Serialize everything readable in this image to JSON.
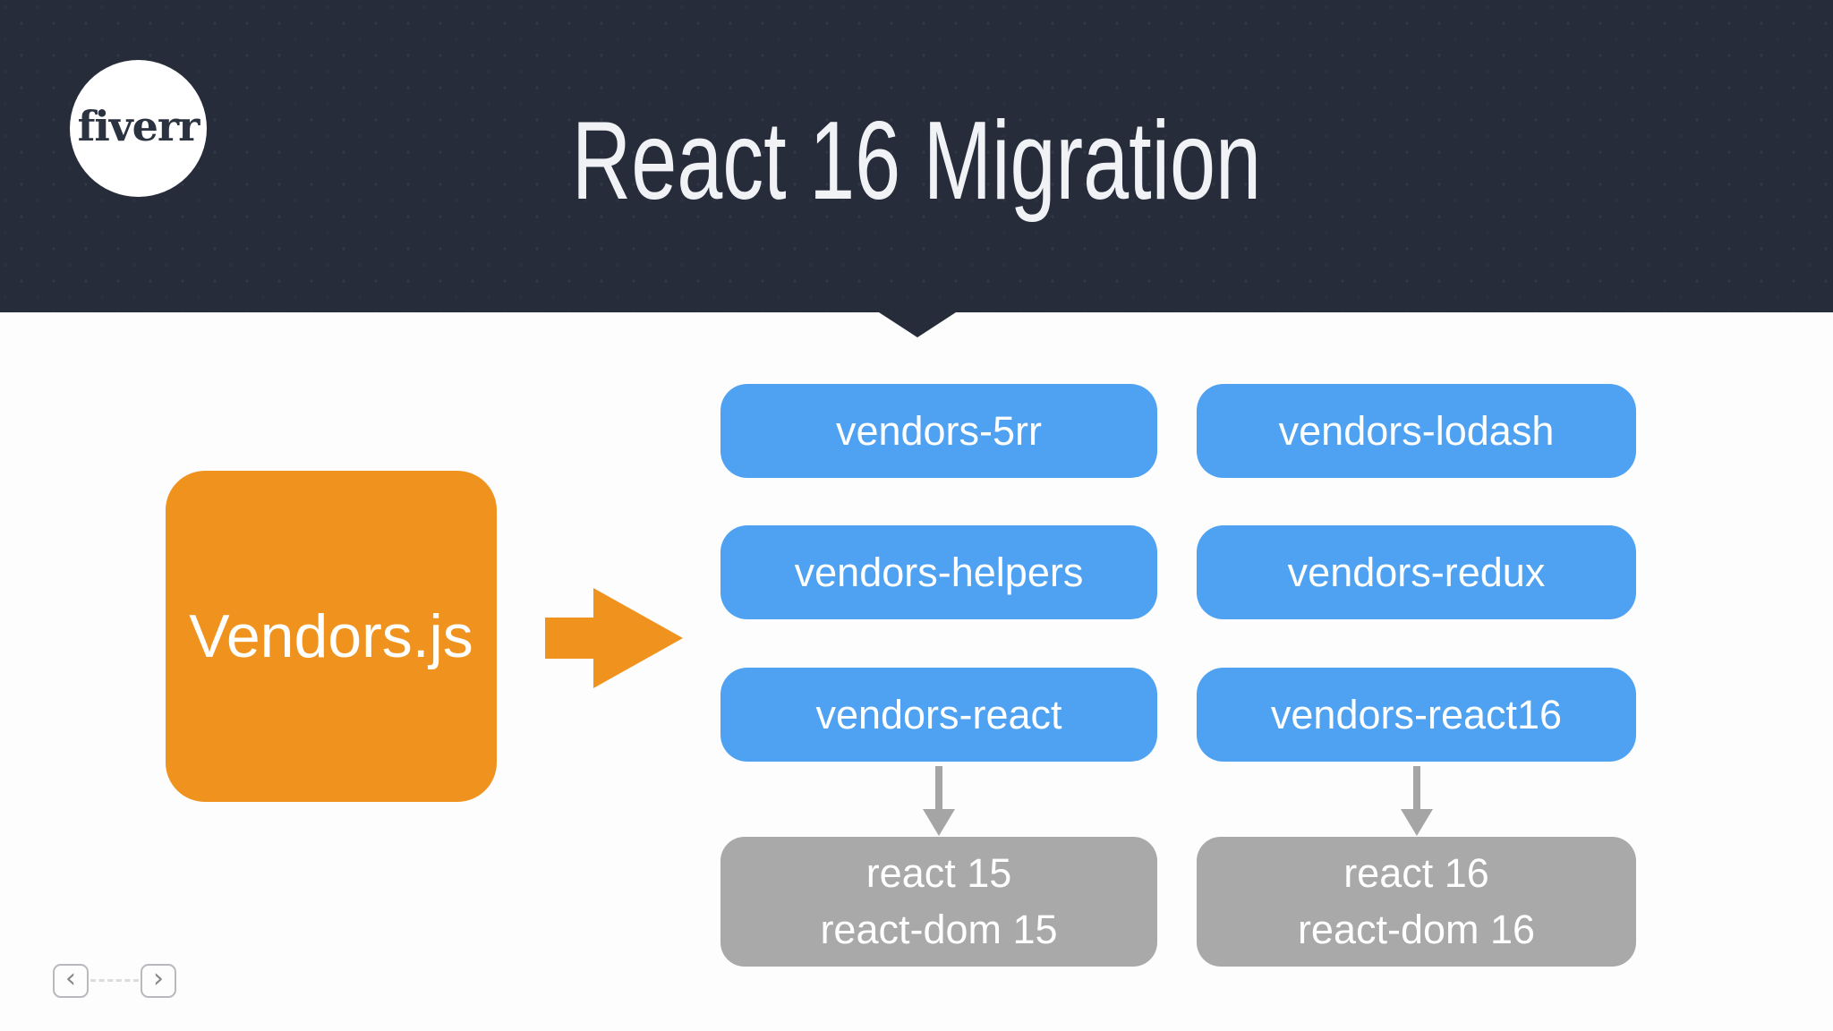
{
  "header": {
    "logo_text": "fiverr",
    "title": "React 16 Migration"
  },
  "diagram": {
    "source_label": "Vendors.js",
    "columns": [
      {
        "chunks": [
          "vendors-5rr",
          "vendors-helpers",
          "vendors-react"
        ],
        "result_lines": [
          "react 15",
          "react-dom 15"
        ]
      },
      {
        "chunks": [
          "vendors-lodash",
          "vendors-redux",
          "vendors-react16"
        ],
        "result_lines": [
          "react 16",
          "react-dom 16"
        ]
      }
    ]
  },
  "nav": {
    "prev_icon": "‹",
    "next_icon": "›"
  },
  "colors": {
    "header-bg": "#262C3A",
    "chunk-blue": "#4FA2F1",
    "source-orange": "#F0931E",
    "result-gray": "#A9A9A9",
    "arrow-gray": "#A5A5A5",
    "title-text": "#F0F2F5",
    "canvas-bg": "#FDFDFD"
  }
}
